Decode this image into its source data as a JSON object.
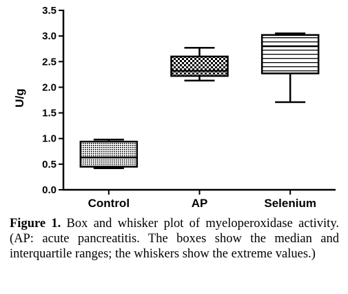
{
  "chart_data": {
    "type": "box",
    "ylabel": "U/g",
    "xlabel": "",
    "ylim": [
      0,
      3.5
    ],
    "yticks": [
      "0.0",
      "0.5",
      "1.0",
      "1.5",
      "2.0",
      "2.5",
      "3.0",
      "3.5"
    ],
    "categories": [
      "Control",
      "AP",
      "Selenium"
    ],
    "boxes": [
      {
        "name": "Control",
        "min": 0.42,
        "q1": 0.45,
        "median": 0.63,
        "q3": 0.94,
        "max": 0.98,
        "fill": "dots"
      },
      {
        "name": "AP",
        "min": 2.13,
        "q1": 2.22,
        "median": 2.32,
        "q3": 2.6,
        "max": 2.77,
        "fill": "checker"
      },
      {
        "name": "Selenium",
        "min": 1.71,
        "q1": 2.27,
        "median": 2.8,
        "q3": 3.02,
        "max": 3.05,
        "fill": "lines"
      }
    ],
    "grid": false
  },
  "caption": {
    "label": "Figure 1.",
    "text": " Box and whisker plot of myeloperoxidase activity. (AP: acute pancreatitis. The boxes show the median and interquartile ranges; the whiskers show the extreme values.)"
  }
}
